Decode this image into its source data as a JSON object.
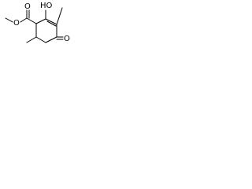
{
  "molecule": {
    "atoms": {
      "hydroxyl": "HO",
      "ester_ether_oxygen": "O",
      "ester_carbonyl_oxygen": "O",
      "ketone_oxygen": "O"
    }
  },
  "colors": {
    "bond": "#000000",
    "text": "#000000",
    "background": "#ffffff"
  }
}
